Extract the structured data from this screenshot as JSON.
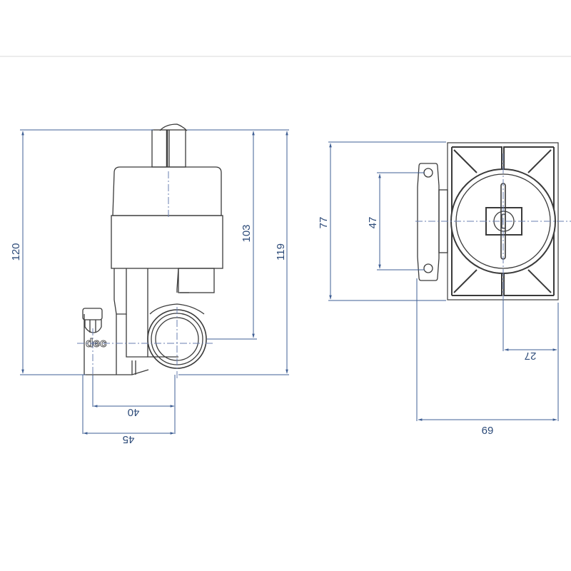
{
  "drawing": {
    "type": "technical-drawing",
    "subject": "motorized ball valve with actuator",
    "colors": {
      "outline": "#3a3a3a",
      "dimension": "#3f5f94",
      "dimension_text": "#2c4a78",
      "centerline": "#6a7fb0",
      "background": "#ffffff"
    },
    "side_view": {
      "label_mark": "dec",
      "dimensions": {
        "overall_height": "120",
        "actuator_height_to_axis": "103",
        "height_right": "119",
        "width_inner": "40",
        "width_outer": "45"
      }
    },
    "front_view": {
      "dimensions": {
        "height": "77",
        "mount_hole_spacing": "47",
        "center_to_edge": "27",
        "overall_width": "69"
      }
    }
  }
}
